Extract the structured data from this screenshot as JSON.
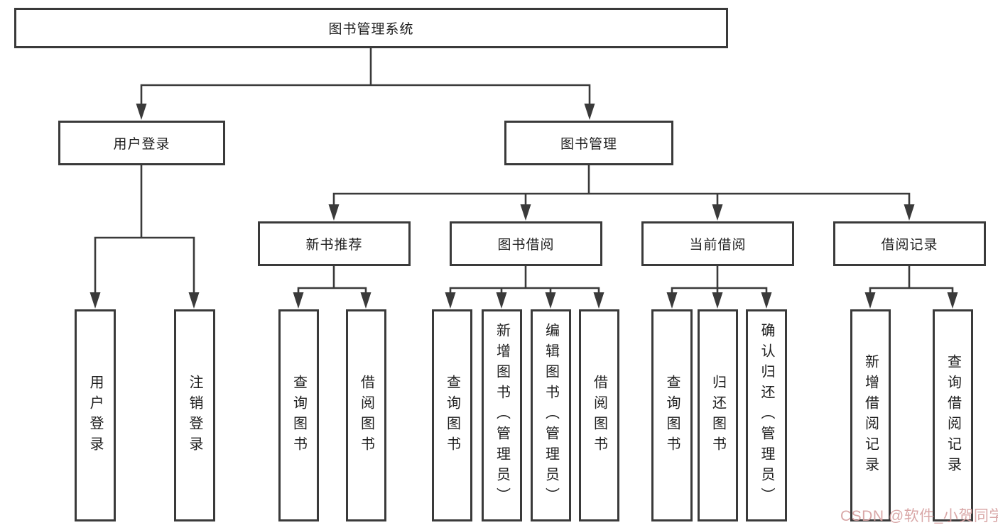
{
  "tree": {
    "label": "图书管理系统",
    "children": [
      {
        "label": "用户登录",
        "children": [
          {
            "label": "用户登录"
          },
          {
            "label": "注销登录"
          }
        ]
      },
      {
        "label": "图书管理",
        "children": [
          {
            "label": "新书推荐",
            "children": [
              {
                "label": "查询图书"
              },
              {
                "label": "借阅图书"
              }
            ]
          },
          {
            "label": "图书借阅",
            "children": [
              {
                "label": "查询图书"
              },
              {
                "label": "新增图书（管理员）"
              },
              {
                "label": "编辑图书（管理员）"
              },
              {
                "label": "借阅图书"
              }
            ]
          },
          {
            "label": "当前借阅",
            "children": [
              {
                "label": "查询图书"
              },
              {
                "label": "归还图书"
              },
              {
                "label": "确认归还（管理员）"
              }
            ]
          },
          {
            "label": "借阅记录",
            "children": [
              {
                "label": "新增借阅记录"
              },
              {
                "label": "查询借阅记录"
              }
            ]
          }
        ]
      }
    ]
  },
  "watermark": {
    "text": "CSDN @软件_小贺同学"
  },
  "colors": {
    "line": "#3a3a3a",
    "text": "#1e1e1e",
    "watermark": "#d6a0a0",
    "background": "#ffffff"
  }
}
